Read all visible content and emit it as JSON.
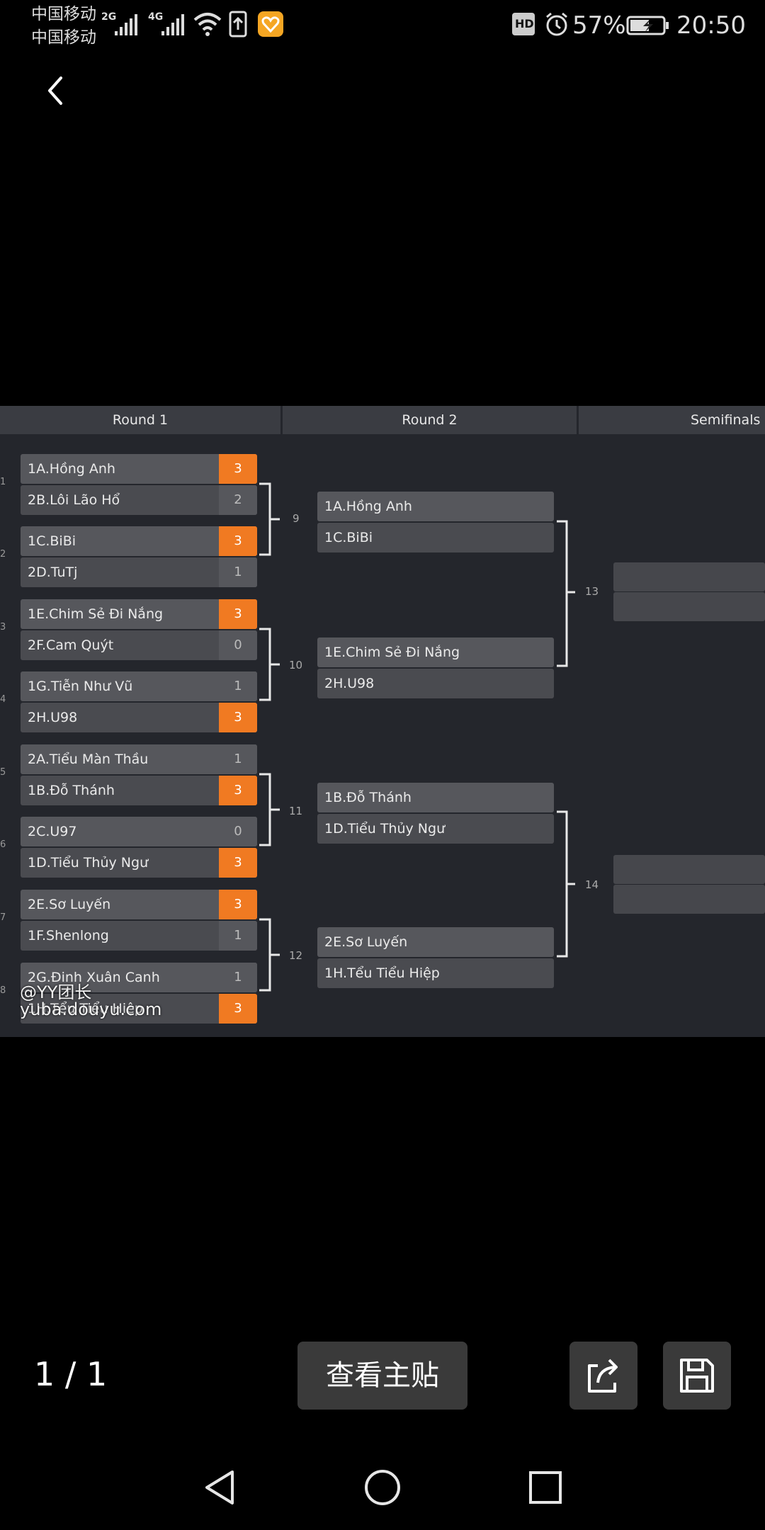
{
  "status_bar": {
    "carrier_1": "中国移动",
    "carrier_2": "中国移动",
    "network_1": "2G",
    "network_2": "4G",
    "battery_percent": "57%",
    "time": "20:50",
    "hd_badge": "HD",
    "icons": [
      "signal-icon",
      "wifi-icon",
      "upload-icon",
      "app-heart-icon",
      "alarm-icon",
      "battery-charging-icon"
    ]
  },
  "bracket": {
    "rounds": [
      "Round 1",
      "Round 2",
      "Semifinals"
    ],
    "round1": [
      {
        "top": {
          "team": "1A.Hồng Anh",
          "score": "3",
          "win": true
        },
        "bottom": {
          "team": "2B.Lôi Lão Hổ",
          "score": "2",
          "win": false
        },
        "edge": "1"
      },
      {
        "top": {
          "team": "1C.BiBi",
          "score": "3",
          "win": true
        },
        "bottom": {
          "team": "2D.TuTj",
          "score": "1",
          "win": false
        },
        "edge": "2"
      },
      {
        "top": {
          "team": "1E.Chim Sẻ Đi Nắng",
          "score": "3",
          "win": true
        },
        "bottom": {
          "team": "2F.Cam Quýt",
          "score": "0",
          "win": false
        },
        "edge": "3"
      },
      {
        "top": {
          "team": "1G.Tiễn Như Vũ",
          "score": "1",
          "win": false
        },
        "bottom": {
          "team": "2H.U98",
          "score": "3",
          "win": true
        },
        "edge": "4"
      },
      {
        "top": {
          "team": "2A.Tiểu Màn Thầu",
          "score": "1",
          "win": false
        },
        "bottom": {
          "team": "1B.Đỗ Thánh",
          "score": "3",
          "win": true
        },
        "edge": "5"
      },
      {
        "top": {
          "team": "2C.U97",
          "score": "0",
          "win": false
        },
        "bottom": {
          "team": "1D.Tiểu Thủy Ngư",
          "score": "3",
          "win": true
        },
        "edge": "6"
      },
      {
        "top": {
          "team": "2E.Sơ Luyến",
          "score": "3",
          "win": true
        },
        "bottom": {
          "team": "1F.Shenlong",
          "score": "1",
          "win": false
        },
        "edge": "7"
      },
      {
        "top": {
          "team": "2G.Đinh Xuân Canh",
          "score": "1",
          "win": false
        },
        "bottom": {
          "team": "1H.Tểu Tiểu Hiệp",
          "score": "3",
          "win": true
        },
        "edge": "8"
      }
    ],
    "round2": [
      {
        "top": "1A.Hồng Anh",
        "bottom": "1C.BiBi"
      },
      {
        "top": "1E.Chim Sẻ Đi Nắng",
        "bottom": "2H.U98"
      },
      {
        "top": "1B.Đỗ Thánh",
        "bottom": "1D.Tiểu Thủy Ngư"
      },
      {
        "top": "2E.Sơ Luyến",
        "bottom": "1H.Tểu Tiểu Hiệp"
      }
    ],
    "match_numbers": [
      "9",
      "10",
      "11",
      "12",
      "13",
      "14"
    ],
    "watermark_1": "@YY团长",
    "watermark_2": "yuba.douyu.com"
  },
  "viewer": {
    "page_counter": "1 / 1",
    "view_post_label": "查看主贴",
    "share_icon": "share-icon",
    "save_icon": "save-icon"
  },
  "nav": {
    "icons": [
      "back-triangle-icon",
      "home-circle-icon",
      "recents-square-icon"
    ]
  },
  "colors": {
    "win_score": "#f07a22",
    "bracket_bg": "#24262c",
    "row_bg": "#4a4b50"
  }
}
